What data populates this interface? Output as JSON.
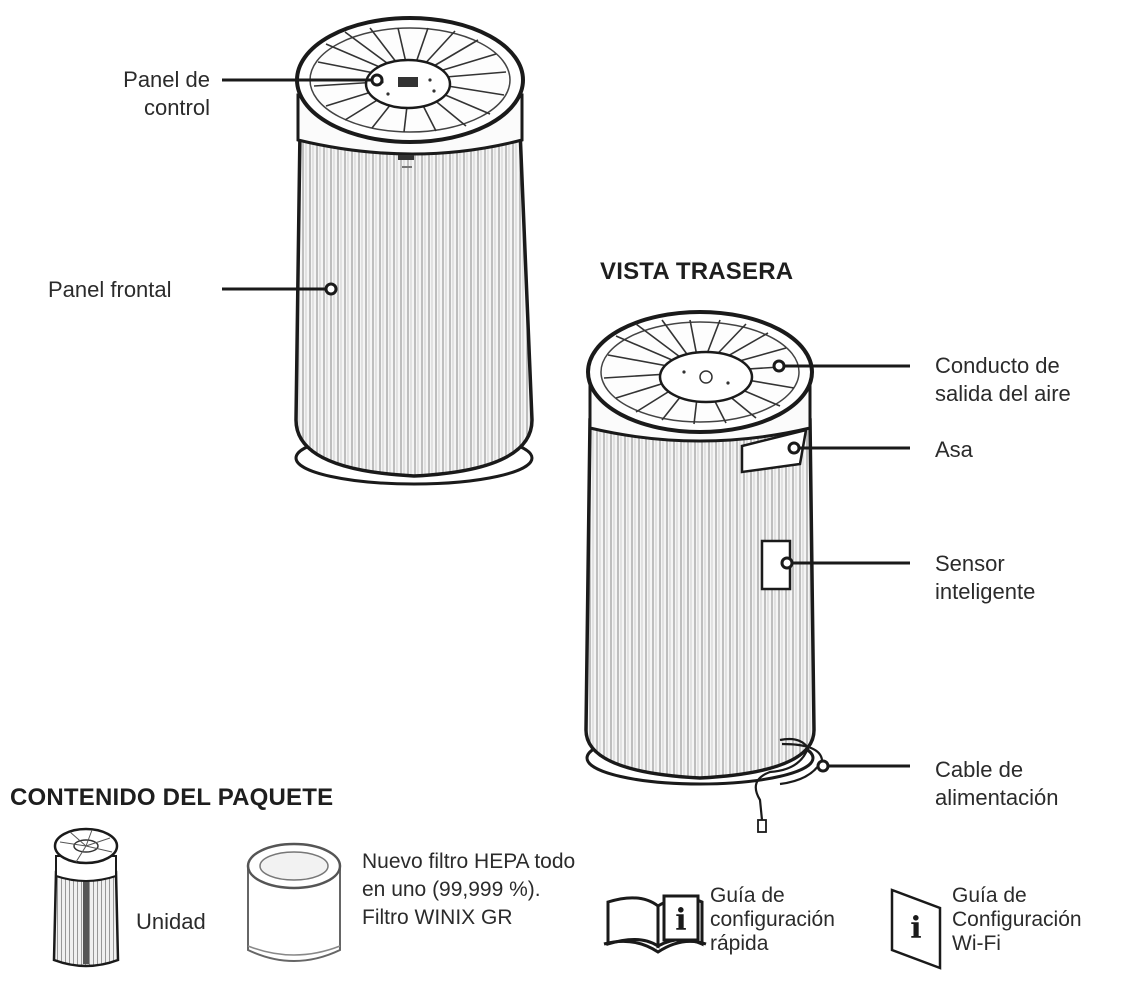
{
  "labels": {
    "control_panel": [
      "Panel de",
      "control"
    ],
    "front_panel": "Panel frontal",
    "back_view_title": "VISTA TRASERA",
    "air_outlet": [
      "Conducto de",
      "salida del aire"
    ],
    "handle": "Asa",
    "smart_sensor": [
      "Sensor",
      "inteligente"
    ],
    "power_cable": [
      "Cable de",
      "alimentación"
    ]
  },
  "package": {
    "title": "CONTENIDO DEL PAQUETE",
    "items": [
      {
        "icon": "purifier-unit-icon",
        "label": [
          "Unidad"
        ]
      },
      {
        "icon": "hepa-filter-icon",
        "label": [
          "Nuevo filtro HEPA todo",
          "en uno (99,999 %).",
          "Filtro WINIX GR"
        ]
      },
      {
        "icon": "open-book-info-icon",
        "label": [
          "Guía de",
          "configuración",
          "rápida"
        ]
      },
      {
        "icon": "info-leaflet-icon",
        "label": [
          "Guía de",
          "Configuración",
          "Wi-Fi"
        ]
      }
    ]
  },
  "colors": {
    "line": "#1a1a1a",
    "body_fill": "#f4f4f4",
    "stripe": "#8a8a8a"
  }
}
